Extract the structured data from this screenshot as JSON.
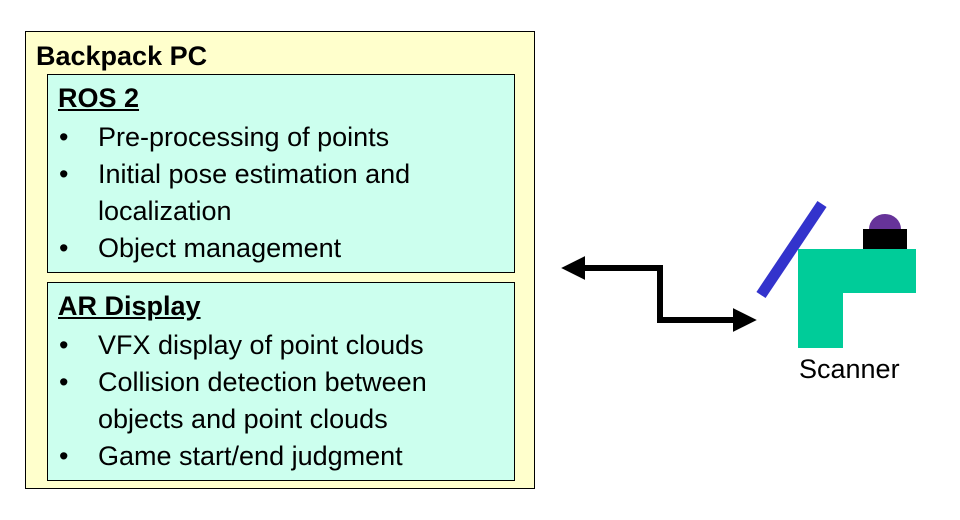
{
  "backpack_pc": {
    "title": "Backpack PC",
    "ros": {
      "title": "ROS 2",
      "items": [
        "Pre-processing of points",
        "Initial pose estimation and localization",
        "Object management"
      ]
    },
    "ar": {
      "title": "AR Display",
      "items": [
        "VFX display of point clouds",
        "Collision detection between objects and point clouds",
        "Game start/end judgment"
      ]
    }
  },
  "scanner": {
    "label": "Scanner"
  },
  "colors": {
    "outer_fill": "#ffffcc",
    "inner_fill": "#ccffee",
    "scanner_body": "#00cc99",
    "scanner_mirror": "#3333cc",
    "scanner_cap": "#000000",
    "scanner_dome": "#663399",
    "connector": "#000000"
  },
  "icons": {
    "bullet": "•",
    "connector": "double-arrow-icon"
  }
}
